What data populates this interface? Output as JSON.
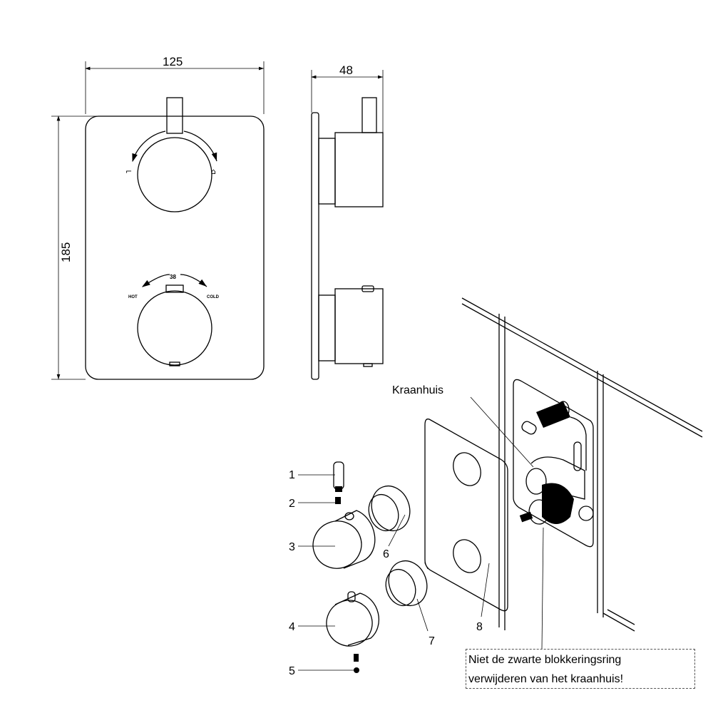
{
  "dimensions": {
    "width": "125",
    "depth": "48",
    "height": "185"
  },
  "front_view": {
    "temperature_mark": "38",
    "hot_label": "HOT",
    "cold_label": "COLD"
  },
  "parts": [
    {
      "number": "1"
    },
    {
      "number": "2"
    },
    {
      "number": "3"
    },
    {
      "number": "4"
    },
    {
      "number": "5"
    },
    {
      "number": "6"
    },
    {
      "number": "7"
    },
    {
      "number": "8"
    }
  ],
  "callout": "Kraanhuis",
  "note": {
    "line1": "Niet de zwarte blokkeringsring",
    "line2": "verwijderen van het kraanhuis!"
  }
}
